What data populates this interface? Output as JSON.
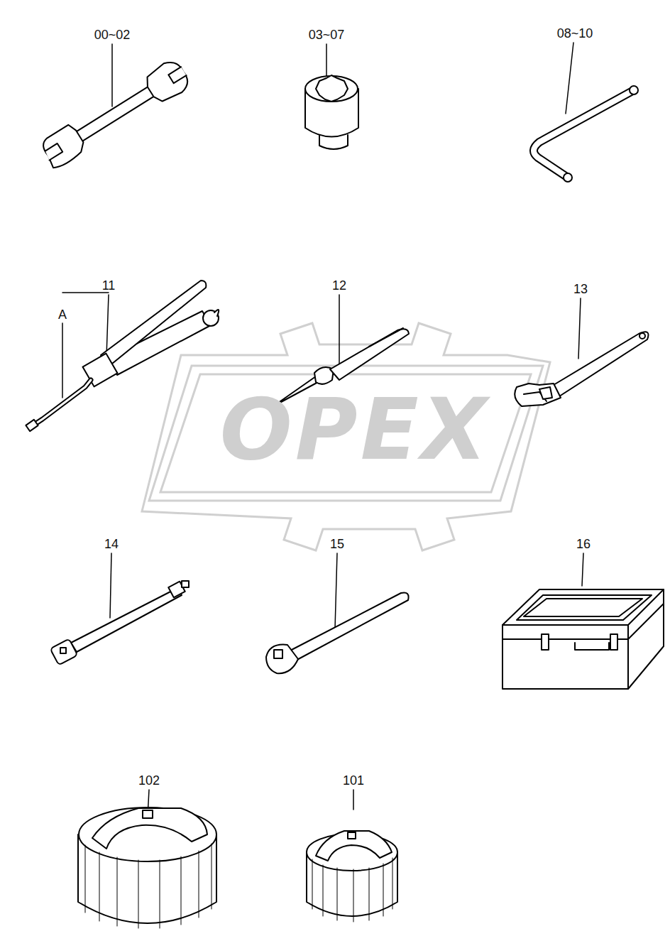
{
  "diagram": {
    "labels": [
      "00~02",
      "03~07",
      "08~10",
      "11",
      "A",
      "12",
      "13",
      "14",
      "15",
      "16",
      "102",
      "101",
      "OPEX"
    ]
  }
}
